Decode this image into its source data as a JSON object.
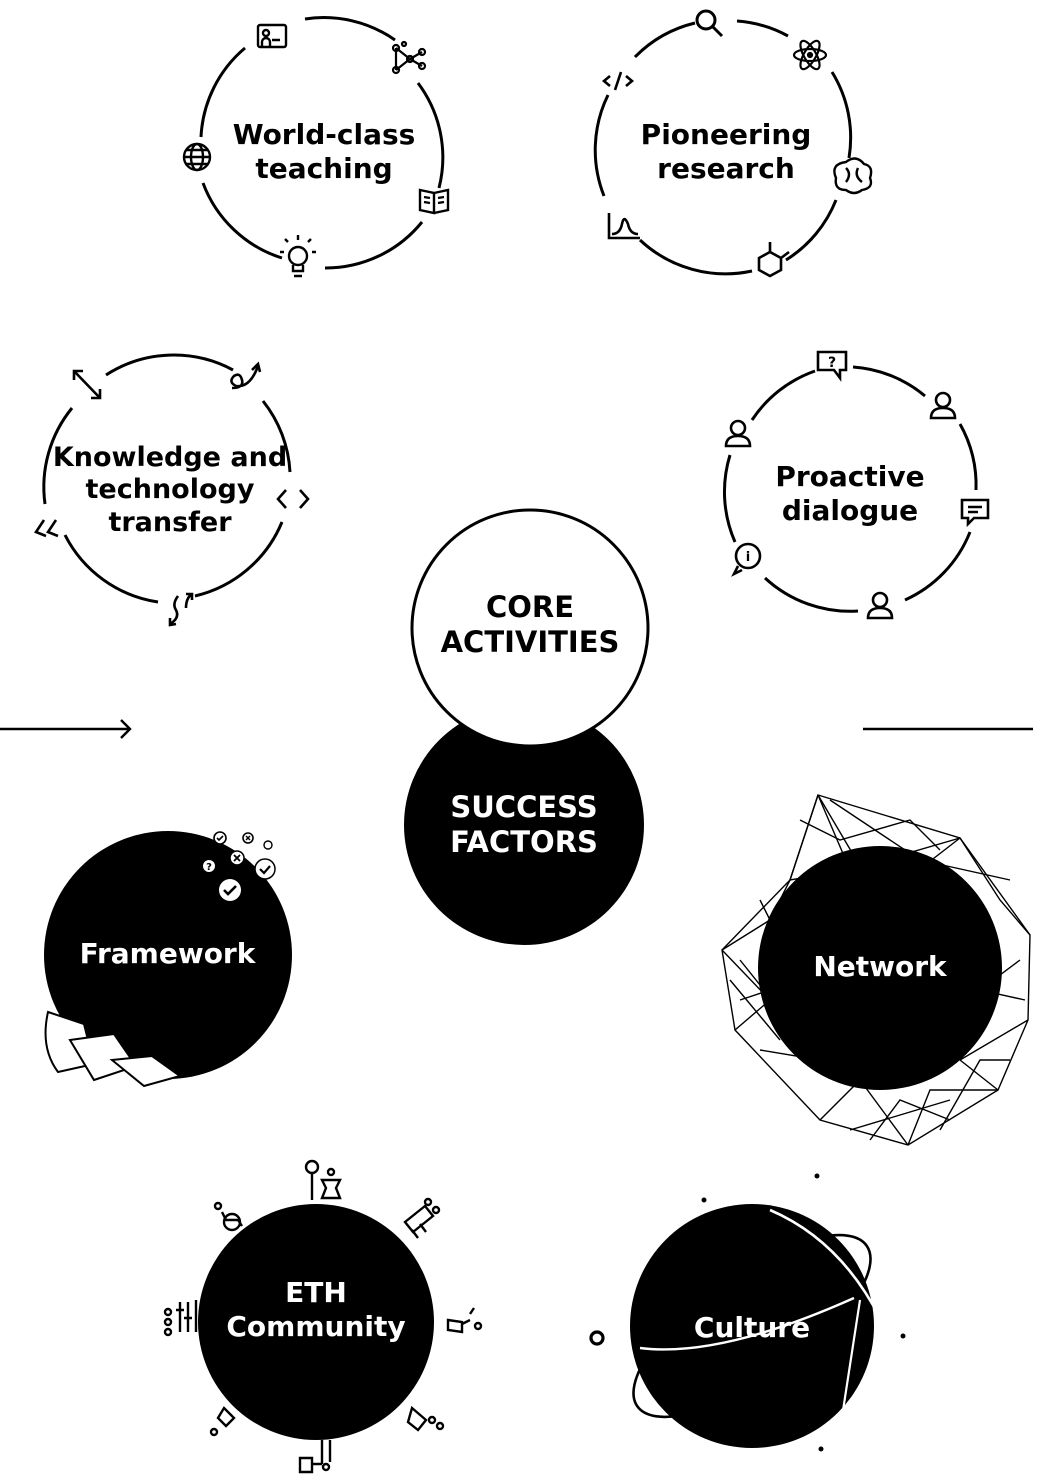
{
  "core": {
    "label": "CORE\nACTIVITIES",
    "activities": [
      {
        "id": "teaching",
        "label": "World-class\nteaching"
      },
      {
        "id": "research",
        "label": "Pioneering\nresearch"
      },
      {
        "id": "transfer",
        "label": "Knowledge and\ntechnology\ntransfer"
      },
      {
        "id": "dialogue",
        "label": "Proactive\ndialogue"
      }
    ]
  },
  "success": {
    "label": "SUCCESS\nFACTORS",
    "factors": [
      {
        "id": "framework",
        "label": "Framework"
      },
      {
        "id": "network",
        "label": "Network"
      },
      {
        "id": "community",
        "label": "ETH\nCommunity"
      },
      {
        "id": "culture",
        "label": "Culture"
      }
    ]
  },
  "icons": {
    "teaching": [
      "presentation-icon",
      "network-nodes-icon",
      "book-icon",
      "lightbulb-icon",
      "globe-icon"
    ],
    "research": [
      "search-icon",
      "atom-icon",
      "brain-icon",
      "molecule-icon",
      "peak-graph-icon",
      "code-icon"
    ],
    "transfer": [
      "expand-arrows-icon",
      "loop-arrow-icon",
      "code-brackets-icon",
      "swap-arrows-icon",
      "double-chevron-icon"
    ],
    "dialogue": [
      "question-bubble-icon",
      "user-icon",
      "comment-icon",
      "user-icon",
      "info-bubble-icon",
      "user-icon"
    ]
  },
  "colors": {
    "fill": "#000000",
    "background": "#ffffff"
  }
}
